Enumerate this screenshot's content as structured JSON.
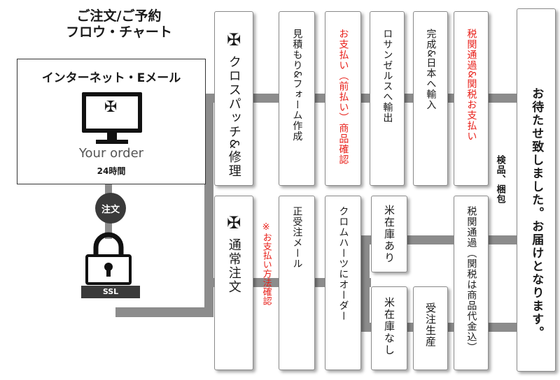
{
  "title": {
    "line1": "ご注文/ご予約",
    "line2": "フロウ・チャート"
  },
  "internet": {
    "label": "インターネット・Eメール",
    "your_order": "Your order",
    "hours": "24時間",
    "order_badge": "注文",
    "ssl": "SSL"
  },
  "cross_symbol": "✠",
  "row_top": {
    "start": "クロスパッチ&修理",
    "estimate": "見積もり&フォーム作成",
    "payment": "お支払い（前払い）商品確認",
    "export": "ロサンゼルスへ輸出",
    "import": "完成&日本へ輸入",
    "customs": "税関通過&関税お支払い"
  },
  "row_bottom": {
    "start": "通常注文",
    "payment_note": "※お支払い方法確認",
    "confirm_mail": "正受注メール",
    "order_chrome": "クロムハーツにオーダー",
    "in_stock": "米在庫あり",
    "no_stock": "米在庫なし",
    "production": "受注生産",
    "customs": "税関通過（関税は商品代金込）"
  },
  "inspection": "検品、梱包",
  "final": "お待たせ致しました。お届けとなります。"
}
